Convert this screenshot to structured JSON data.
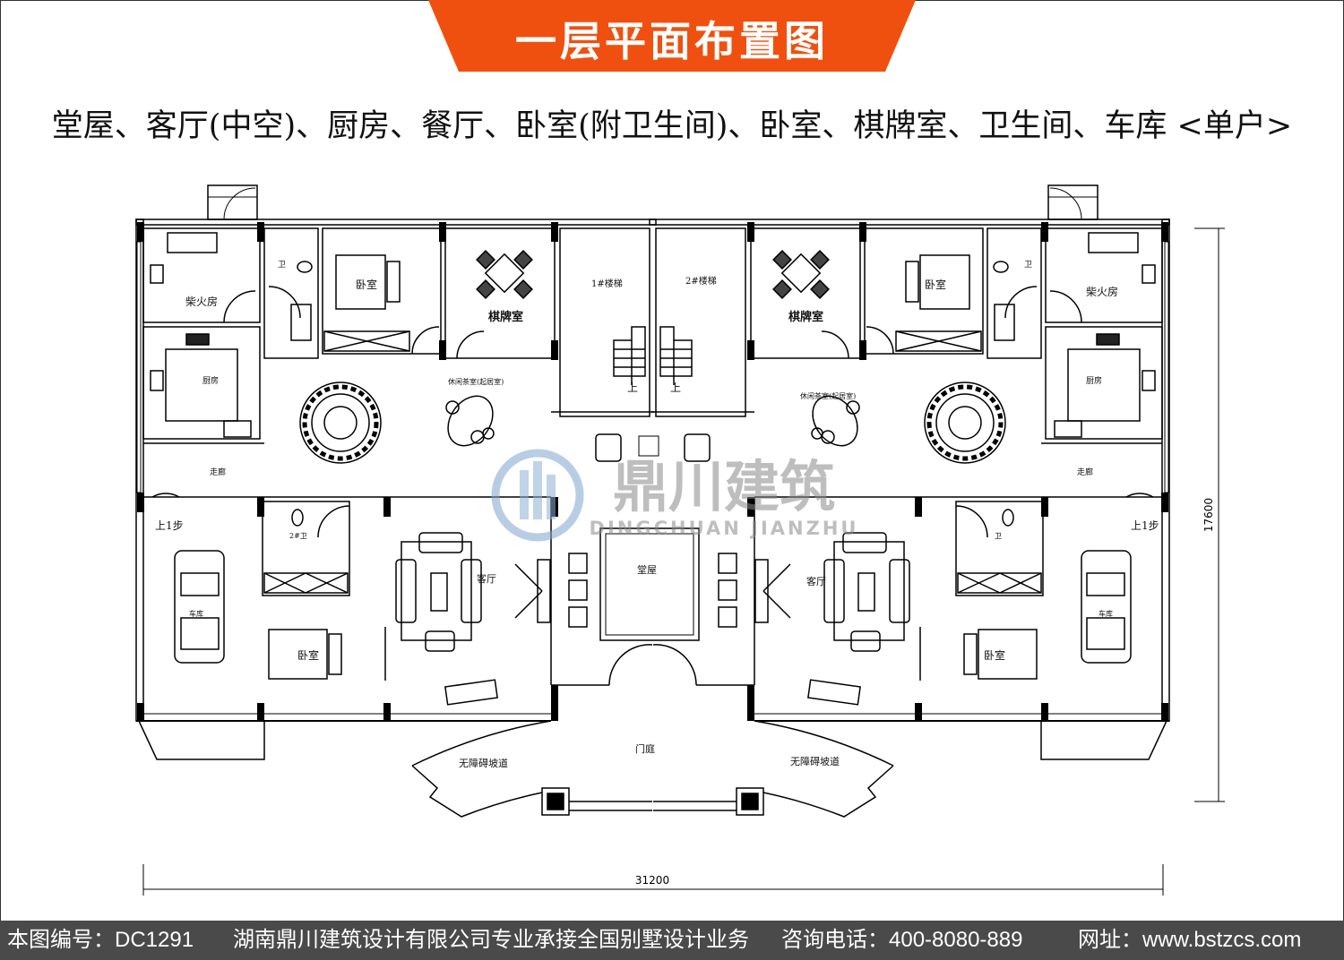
{
  "header": {
    "title": "一层平面布置图",
    "subtitle": "堂屋、客厅(中空)、厨房、餐厅、卧室(附卫生间)、卧室、棋牌室、卫生间、车库 <单户>",
    "accent_color": "#f0500f"
  },
  "plan": {
    "rooms": {
      "firewood_left": "柴火房",
      "firewood_right": "柴火房",
      "kitchen_left": "厨房",
      "kitchen_right": "厨房",
      "bath_left": "卫",
      "bath_right": "卫",
      "bedroom_top_left": "卧室",
      "bedroom_top_right": "卧室",
      "chess_left": "棋牌室",
      "chess_right": "棋牌室",
      "stair1": "1#楼梯",
      "stair2": "2#楼梯",
      "up1": "上",
      "up2": "上",
      "tea_left": "休闲茶室(起居室)",
      "tea_right": "休闲茶室(起居室)",
      "corridor_left": "走廊",
      "corridor_right": "走廊",
      "step_left": "上1步",
      "step_right": "上1步",
      "bath2_left": "2#卫",
      "bath2_right": "卫",
      "garage_left": "车库",
      "garage_right": "车库",
      "bedroom_bottom_left": "卧室",
      "bedroom_bottom_right": "卧室",
      "living_left": "客厅",
      "living_right": "客厅",
      "hall": "堂屋",
      "courtyard": "门庭",
      "ramp_left": "无障碍坡道",
      "ramp_right": "无障碍坡道"
    },
    "dimensions": {
      "width": "31200",
      "depth": "17600"
    },
    "watermark": {
      "name": "鼎川建筑",
      "pinyin": "DINGCHUAN JIANZHU"
    }
  },
  "footer": {
    "drawing_no": "本图编号：DC1291",
    "company": "湖南鼎川建筑设计有限公司专业承接全国别墅设计业务",
    "phone": "咨询电话：400-8080-889",
    "website": "网址：www.bstzcs.com"
  }
}
